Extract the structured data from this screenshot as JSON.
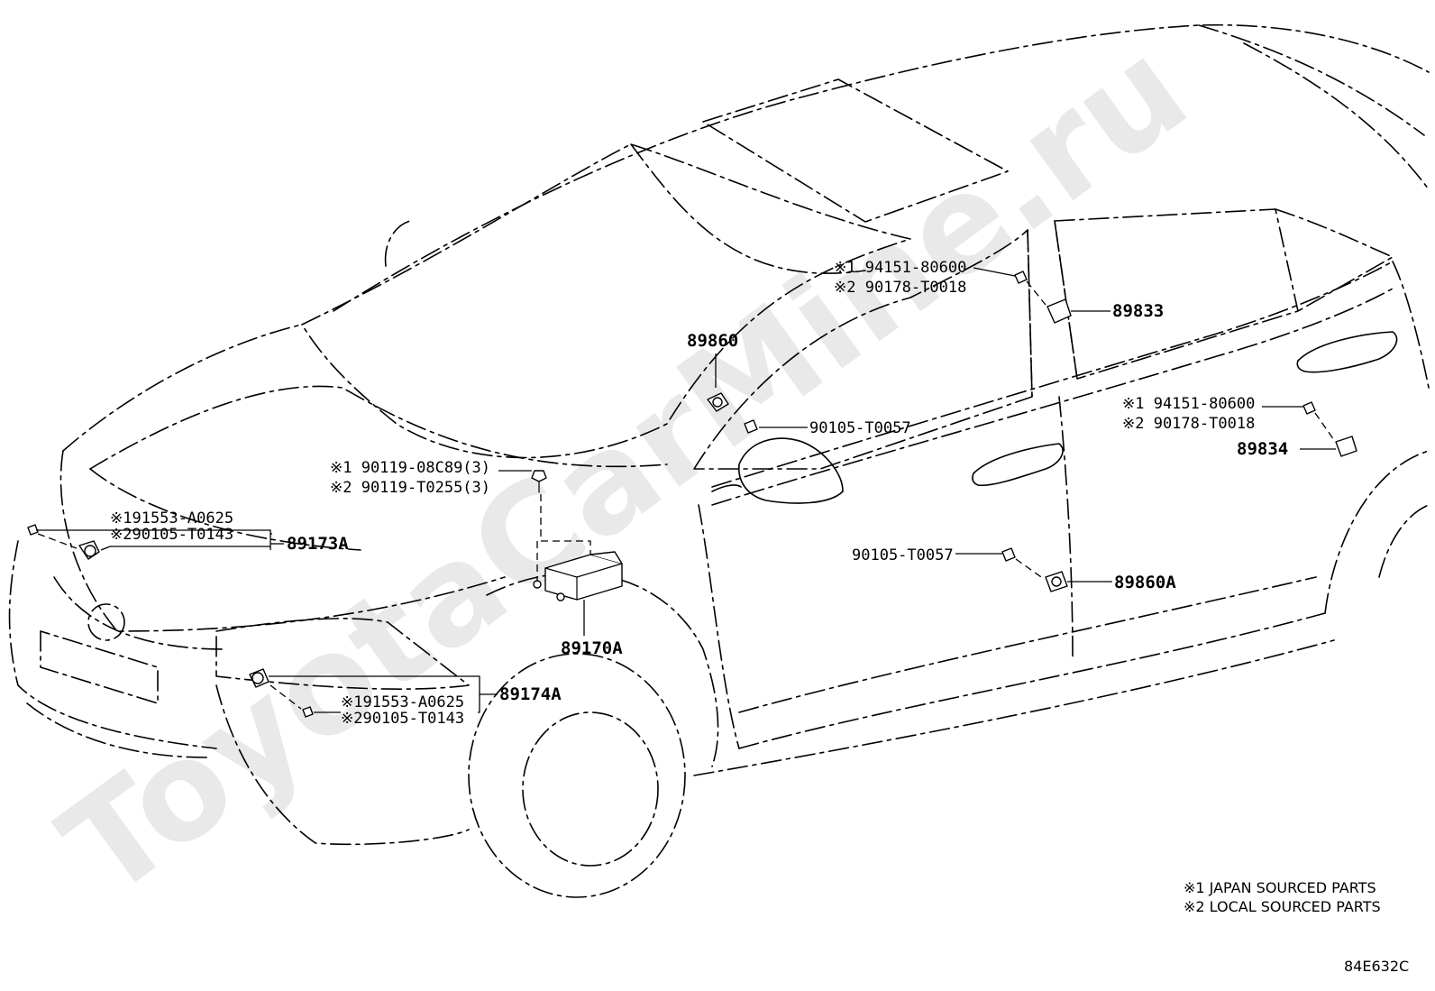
{
  "watermark": "ToyotaCarMine.ru",
  "labels": {
    "p89173A": "89173A",
    "p89173A_s1": "※191553-A0625",
    "p89173A_s2": "※290105-T0143",
    "p89174A": "89174A",
    "p89174A_s1": "※191553-A0625",
    "p89174A_s2": "※290105-T0143",
    "p89170A": "89170A",
    "bolt_s1": "※1 90119-08C89(3)",
    "bolt_s2": "※2 90119-T0255(3)",
    "p89860": "89860",
    "p90105_upper": "90105-T0057",
    "p89833": "89833",
    "p89833_s1": "※1 94151-80600",
    "p89833_s2": "※2 90178-T0018",
    "p89834": "89834",
    "p89834_s1": "※1 94151-80600",
    "p89834_s2": "※2 90178-T0018",
    "p90105_lower": "90105-T0057",
    "p89860A": "89860A"
  },
  "legend": {
    "line1": "※1 JAPAN SOURCED PARTS",
    "line2": "※2 LOCAL SOURCED PARTS"
  },
  "diagram_code": "84E632C"
}
